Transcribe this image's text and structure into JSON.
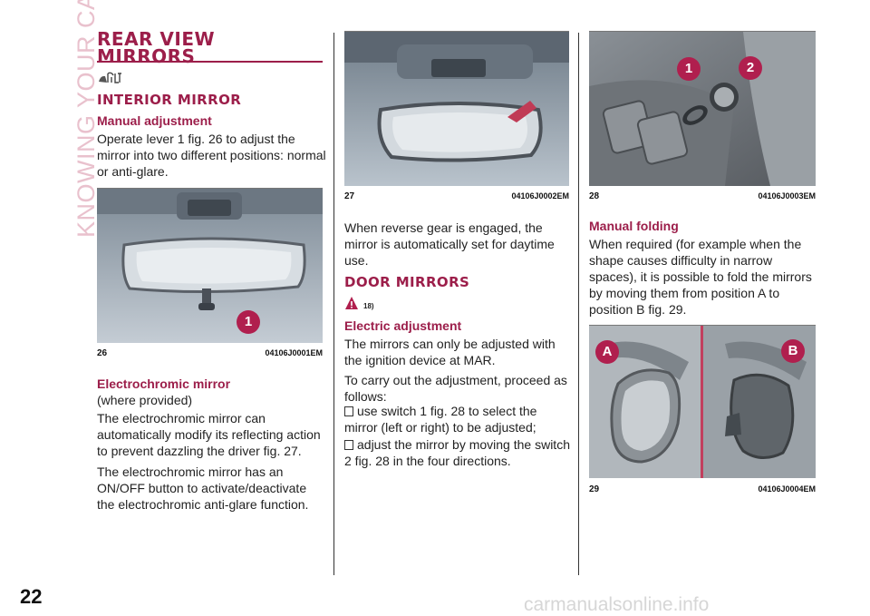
{
  "side_tab": "KNOWING YOUR CAR",
  "page_number": "22",
  "watermark": "carmanualsonline.info",
  "col1": {
    "title": "REAR VIEW MIRRORS",
    "title_line1": "REAR VIEW",
    "title_line2": "MIRRORS",
    "subtitle": "INTERIOR MIRROR",
    "manual_adj_heading": "Manual adjustment",
    "manual_adj_text": "Operate lever 1 fig. 26 to adjust the mirror into two different positions: normal or anti-glare.",
    "fig26_num": "26",
    "fig26_code": "04106J0001EM",
    "fig26_marker": "1",
    "electro_heading": "Electrochromic mirror",
    "electro_sub": "(where provided)",
    "electro_p1": "The electrochromic mirror can automatically modify its reflecting action to prevent dazzling the driver fig. 27.",
    "electro_p2": "The electrochromic mirror has an ON/OFF button to activate/deactivate the electrochromic anti-glare function."
  },
  "col2": {
    "fig27_num": "27",
    "fig27_code": "04106J0002EM",
    "reverse_text": "When reverse gear is engaged, the mirror is automatically set for daytime use.",
    "door_heading": "DOOR MIRRORS",
    "warning_ref": "18)",
    "electric_heading": "Electric adjustment",
    "electric_p1": "The mirrors can only be adjusted with the ignition device at MAR.",
    "electric_p2": "To carry out the adjustment, proceed as follows:",
    "bullet1": "use switch 1 fig. 28 to select the mirror (left or right) to be adjusted;",
    "bullet2": "adjust the mirror by moving the switch 2 fig. 28 in the four directions."
  },
  "col3": {
    "fig28_num": "28",
    "fig28_code": "04106J0003EM",
    "fig28_marker1": "1",
    "fig28_marker2": "2",
    "folding_heading": "Manual folding",
    "folding_text": "When required (for example when the shape causes difficulty in narrow spaces), it is possible to fold the mirrors by moving them from position A to position B fig. 29.",
    "fig29_num": "29",
    "fig29_code": "04106J0004EM",
    "fig29_marker_a": "A",
    "fig29_marker_b": "B"
  },
  "colors": {
    "accent": "#9c1e4a",
    "side_tab": "#e9c1cd",
    "marker": "#b01f4e"
  },
  "icons": [
    "mirror-adjust-icon",
    "warning-triangle-icon"
  ]
}
